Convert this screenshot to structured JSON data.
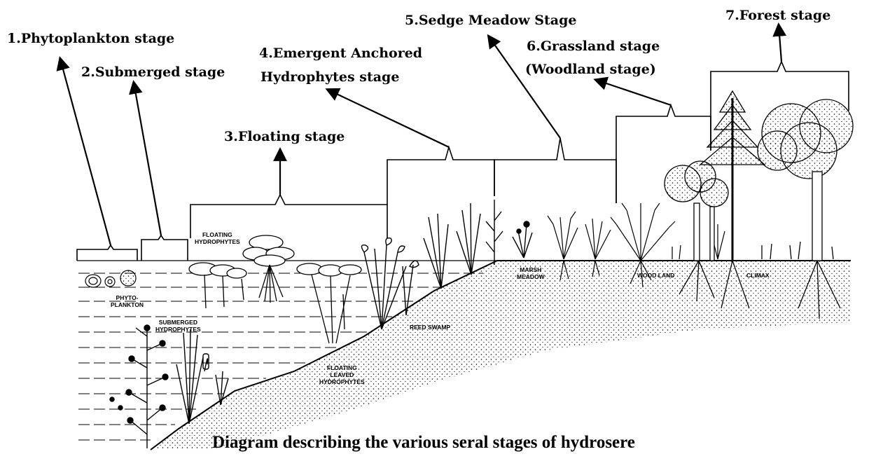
{
  "stages": {
    "s1": "1.Phytoplankton stage",
    "s2": "2.Submerged stage",
    "s3": "3.Floating stage",
    "s4_line1": "4.Emergent Anchored",
    "s4_line2": "Hydrophytes stage",
    "s5": "5.Sedge Meadow Stage",
    "s6_line1": "6.Grassland stage",
    "s6_line2": "(Woodland stage)",
    "s7": "7.Forest stage"
  },
  "annotations": {
    "floating_hydrophytes_1": "FLOATING",
    "floating_hydrophytes_2": "HYDROPHYTES",
    "phytoplankton_1": "PHYTO-",
    "phytoplankton_2": "PLANKTON",
    "submerged_1": "SUBMERGED",
    "submerged_2": "HYDROPHYTES",
    "floating_leaved_1": "FLOATING",
    "floating_leaved_2": "LEAVED",
    "floating_leaved_3": "HYDROPHYTES",
    "reed_swamp": "REED SWAMP",
    "marsh_1": "MARSH",
    "marsh_2": "MEADOW",
    "woodland": "WOOD LAND",
    "climax": "CLIMAX"
  },
  "caption": "Diagram describing the various seral stages of hydrosere"
}
